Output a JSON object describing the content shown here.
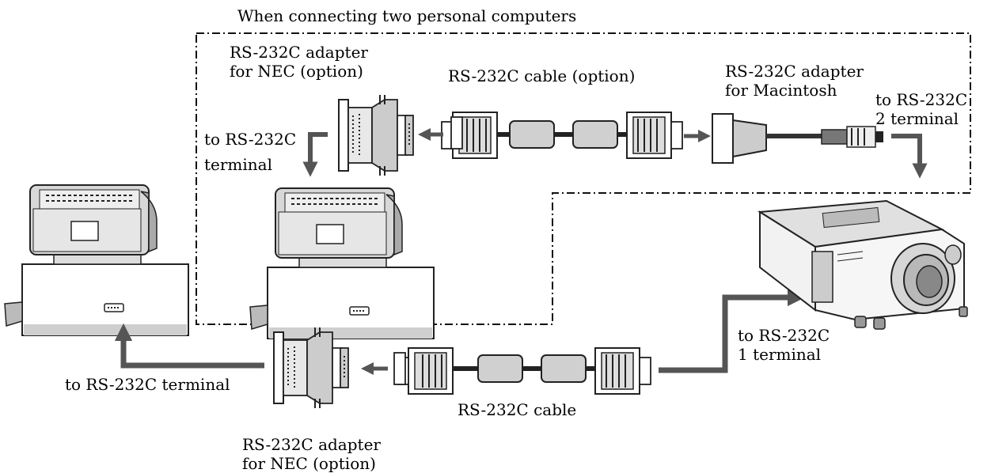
{
  "diagram": {
    "group_title": "When connecting two personal computers",
    "adapter_nec_top": [
      "RS-232C adapter",
      "for NEC (option)"
    ],
    "cable_option": "RS-232C cable (option)",
    "adapter_mac": [
      "RS-232C adapter",
      "for Macintosh"
    ],
    "to_terminal_2": [
      "to RS-232C",
      "2 terminal"
    ],
    "to_terminal_top_pc": [
      "to RS-232C",
      "terminal"
    ],
    "to_terminal_1": [
      "to RS-232C",
      "1 terminal"
    ],
    "to_terminal_left_pc": "to RS-232C terminal",
    "cable": "RS-232C cable",
    "adapter_nec_bottom": [
      "RS-232C adapter",
      "for NEC (option)"
    ]
  }
}
